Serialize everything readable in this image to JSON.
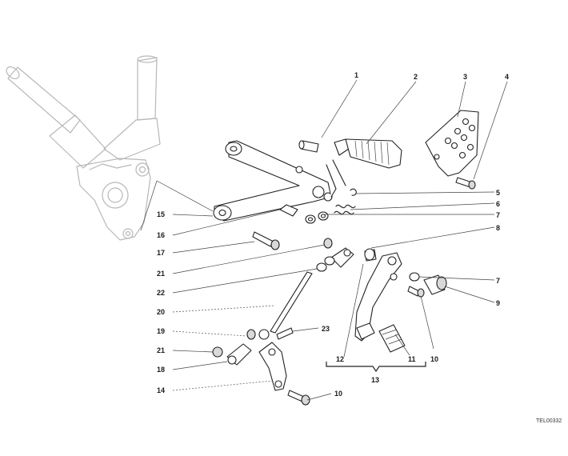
{
  "diagram": {
    "drawing_code": "TEL00332",
    "callouts": [
      {
        "id": "c1",
        "text": "1"
      },
      {
        "id": "c2",
        "text": "2"
      },
      {
        "id": "c3",
        "text": "3"
      },
      {
        "id": "c4",
        "text": "4"
      },
      {
        "id": "c5",
        "text": "5"
      },
      {
        "id": "c6",
        "text": "6"
      },
      {
        "id": "c7a",
        "text": "7"
      },
      {
        "id": "c8",
        "text": "8"
      },
      {
        "id": "c7b",
        "text": "7"
      },
      {
        "id": "c9",
        "text": "9"
      },
      {
        "id": "c10a",
        "text": "10"
      },
      {
        "id": "c11",
        "text": "11"
      },
      {
        "id": "c12",
        "text": "12"
      },
      {
        "id": "c13",
        "text": "13"
      },
      {
        "id": "c15",
        "text": "15"
      },
      {
        "id": "c16",
        "text": "16"
      },
      {
        "id": "c17",
        "text": "17"
      },
      {
        "id": "c21a",
        "text": "21"
      },
      {
        "id": "c22",
        "text": "22"
      },
      {
        "id": "c20",
        "text": "20"
      },
      {
        "id": "c19",
        "text": "19"
      },
      {
        "id": "c23",
        "text": "23"
      },
      {
        "id": "c21b",
        "text": "21"
      },
      {
        "id": "c18",
        "text": "18"
      },
      {
        "id": "c14",
        "text": "14"
      },
      {
        "id": "c10b",
        "text": "10"
      }
    ]
  }
}
